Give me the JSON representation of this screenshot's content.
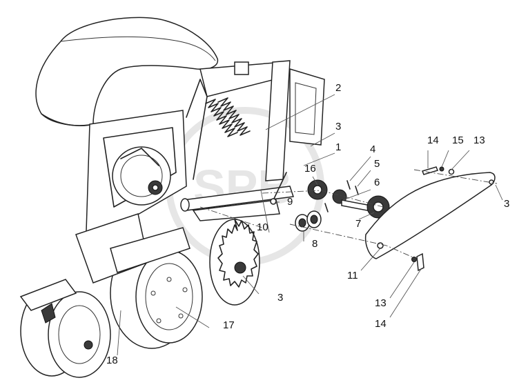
{
  "labels": [
    {
      "key": "l2",
      "text": "2"
    },
    {
      "key": "l3a",
      "text": "3"
    },
    {
      "key": "l1",
      "text": "1"
    },
    {
      "key": "l4",
      "text": "4"
    },
    {
      "key": "l5",
      "text": "5"
    },
    {
      "key": "l16",
      "text": "16"
    },
    {
      "key": "l6",
      "text": "6"
    },
    {
      "key": "l9",
      "text": "9"
    },
    {
      "key": "l7",
      "text": "7"
    },
    {
      "key": "l10",
      "text": "10"
    },
    {
      "key": "l8",
      "text": "8"
    },
    {
      "key": "l14a",
      "text": "14"
    },
    {
      "key": "l15",
      "text": "15"
    },
    {
      "key": "l13a",
      "text": "13"
    },
    {
      "key": "l3b",
      "text": "3"
    },
    {
      "key": "l11",
      "text": "11"
    },
    {
      "key": "l3c",
      "text": "3"
    },
    {
      "key": "l13b",
      "text": "13"
    },
    {
      "key": "l14b",
      "text": "14"
    },
    {
      "key": "l17",
      "text": "17"
    },
    {
      "key": "l18",
      "text": "18"
    }
  ]
}
